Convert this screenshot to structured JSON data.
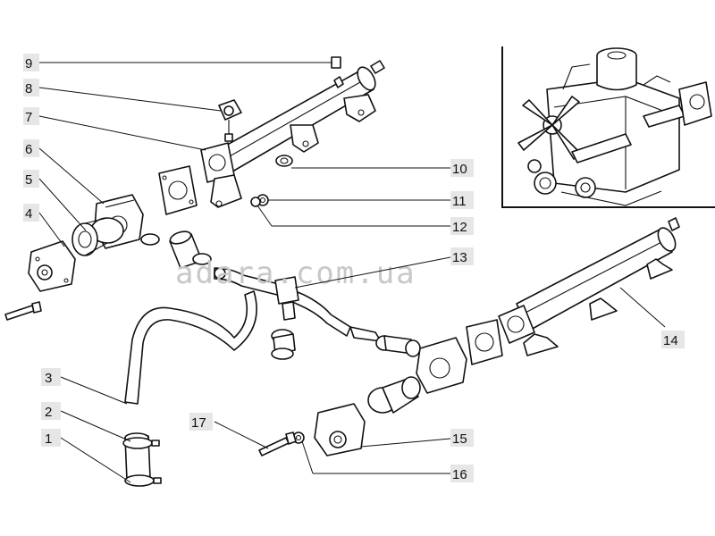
{
  "watermark": "adara.com.ua",
  "callouts": [
    {
      "id": "9",
      "label": "9"
    },
    {
      "id": "8",
      "label": "8"
    },
    {
      "id": "7",
      "label": "7"
    },
    {
      "id": "6",
      "label": "6"
    },
    {
      "id": "5",
      "label": "5"
    },
    {
      "id": "4",
      "label": "4"
    },
    {
      "id": "3",
      "label": "3"
    },
    {
      "id": "2",
      "label": "2"
    },
    {
      "id": "1",
      "label": "1"
    },
    {
      "id": "10",
      "label": "10"
    },
    {
      "id": "11",
      "label": "11"
    },
    {
      "id": "12",
      "label": "12"
    },
    {
      "id": "13",
      "label": "13"
    },
    {
      "id": "14",
      "label": "14"
    },
    {
      "id": "15",
      "label": "15"
    },
    {
      "id": "16",
      "label": "16"
    },
    {
      "id": "17",
      "label": "17"
    }
  ]
}
